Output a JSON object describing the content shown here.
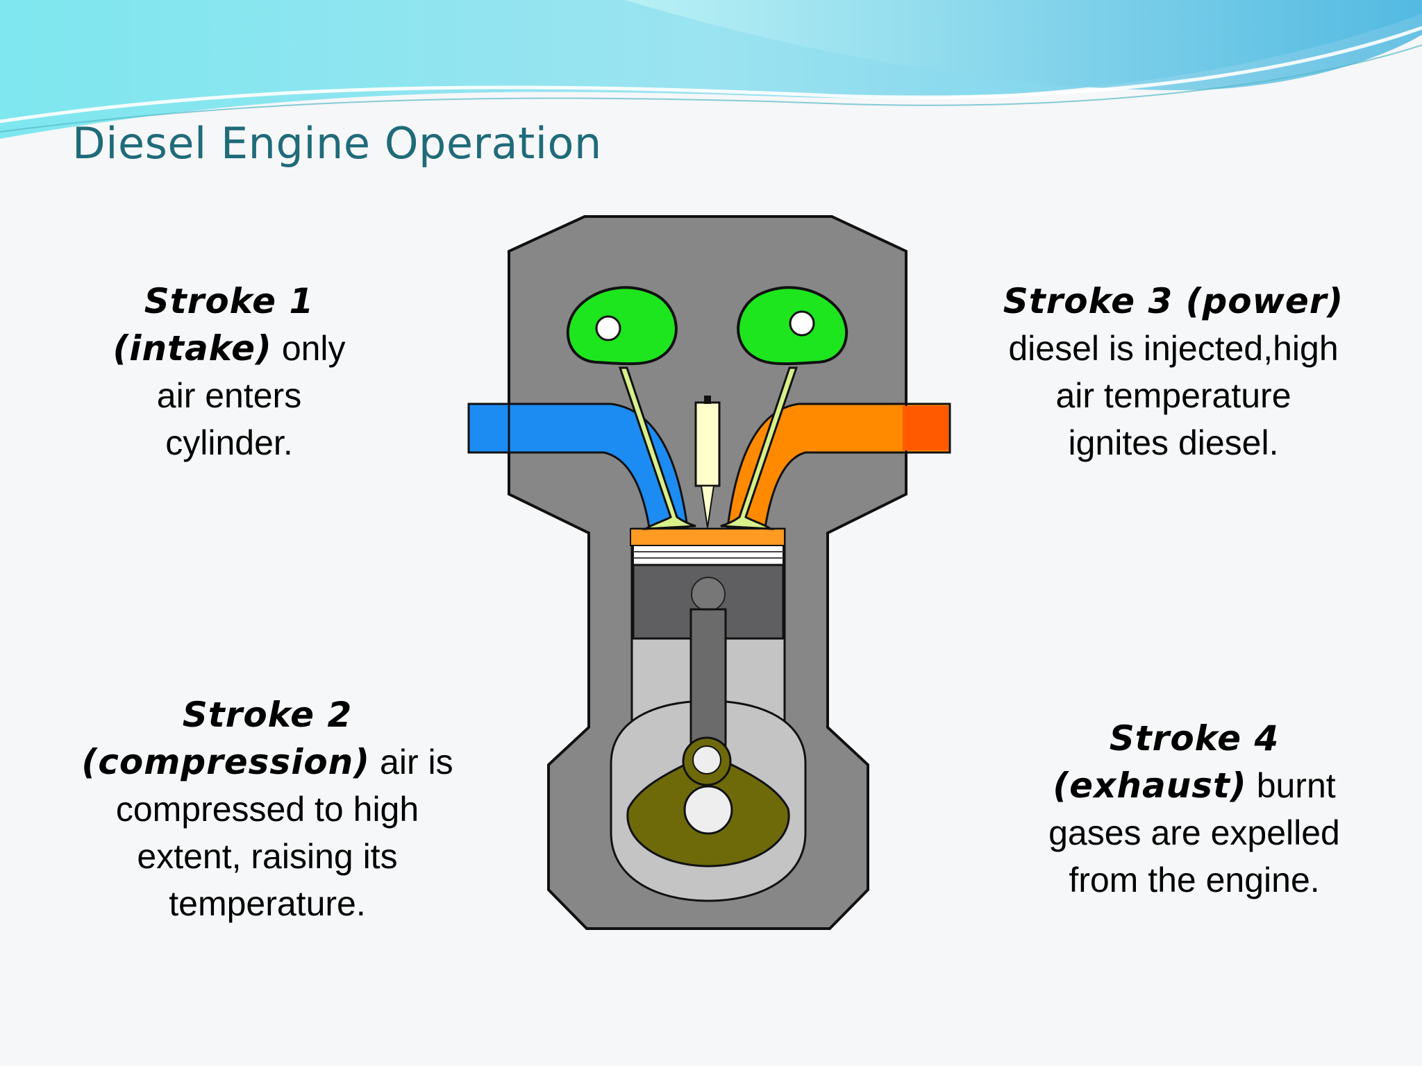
{
  "slide": {
    "title": "Diesel Engine Operation"
  },
  "strokes": [
    {
      "heading": "Stroke 1",
      "lines": [
        "(intake)",
        " only",
        "air enters",
        "cylinder."
      ]
    },
    {
      "heading": "Stroke 2",
      "lines": [
        "(compression)",
        " air is",
        "compressed to high",
        "extent, raising its",
        "temperature."
      ]
    },
    {
      "heading": "Stroke 3 (power)",
      "lines": [
        "diesel is injected,high",
        "air temperature",
        "ignites diesel."
      ]
    },
    {
      "heading": "Stroke 4",
      "lines": [
        "(exhaust)",
        " burnt",
        "gases are expelled",
        "from the engine."
      ]
    }
  ],
  "colors": {
    "title": "#1f6b7a",
    "engine_block": "#878787",
    "cylinder_bore": "#c4c4c4",
    "intake_air": "#1c8cf2",
    "exhaust_gas": "#ff8a00",
    "camshaft_lobe": "#1ee61e",
    "crank": "#6e6a0a",
    "piston": "#5f5f62"
  }
}
